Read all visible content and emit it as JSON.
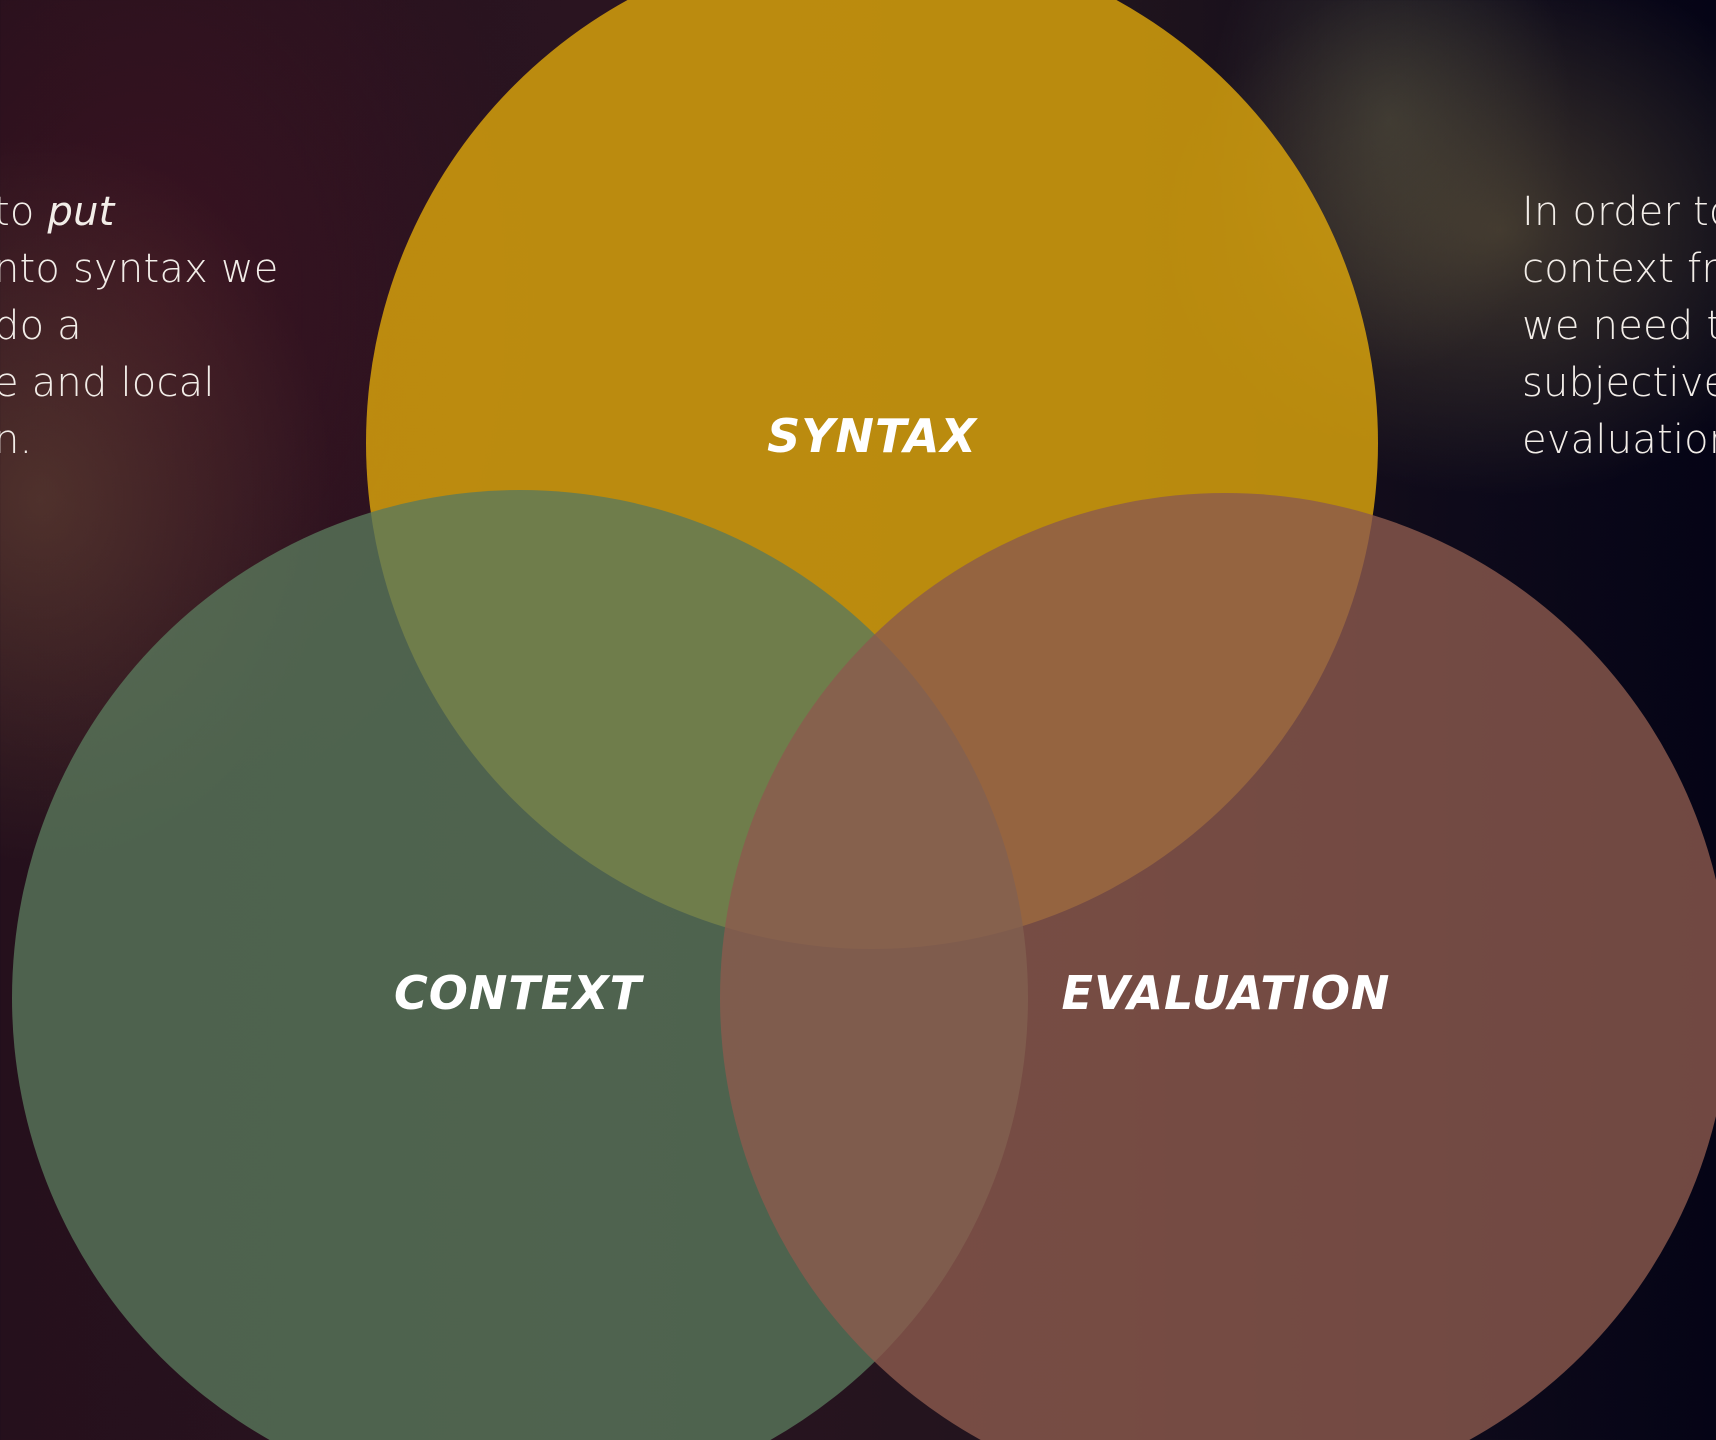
{
  "left_text": {
    "line1_prefix": "to ",
    "line1_emphasis": "put",
    "line2": "nto syntax we",
    "line3": "do a",
    "line4": "e and local",
    "line5": "n."
  },
  "right_text": {
    "line1": "In order to",
    "line2": "context fro",
    "line3": "we need t",
    "line4": "subjective",
    "line5": "evaluation"
  },
  "venn": {
    "circles": [
      {
        "id": "syntax",
        "label": "SYNTAX",
        "color": "#d8a20c"
      },
      {
        "id": "context",
        "label": "CONTEXT",
        "color": "#5a7a5c"
      },
      {
        "id": "evaluation",
        "label": "EVALUATION",
        "color": "#8c5a4e"
      }
    ]
  }
}
